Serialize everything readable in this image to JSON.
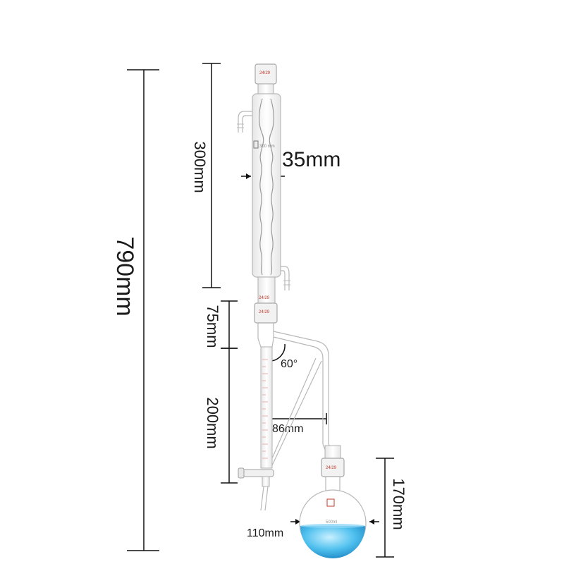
{
  "dimensions": {
    "overall_height": "790mm",
    "condenser_length": "300mm",
    "condenser_diameter": "35mm",
    "adapter_height": "75mm",
    "trap_height": "200mm",
    "side_arm_angle": "60°",
    "side_arm_spacing": "86mm",
    "flask_height": "170mm",
    "flask_diameter": "110mm"
  },
  "joint_labels": {
    "condenser_top": "24/29",
    "condenser_bottom": "24/29",
    "trap_top": "24/29",
    "flask_neck": "24/29"
  },
  "markings": {
    "condenser_capacity": "300 mm",
    "flask_volume": "500ml"
  },
  "colors": {
    "liquid": "#2a9fd6",
    "liquid_light": "#9fe0ff",
    "glass": "#b8b8b8",
    "graduation": "#d07060"
  }
}
